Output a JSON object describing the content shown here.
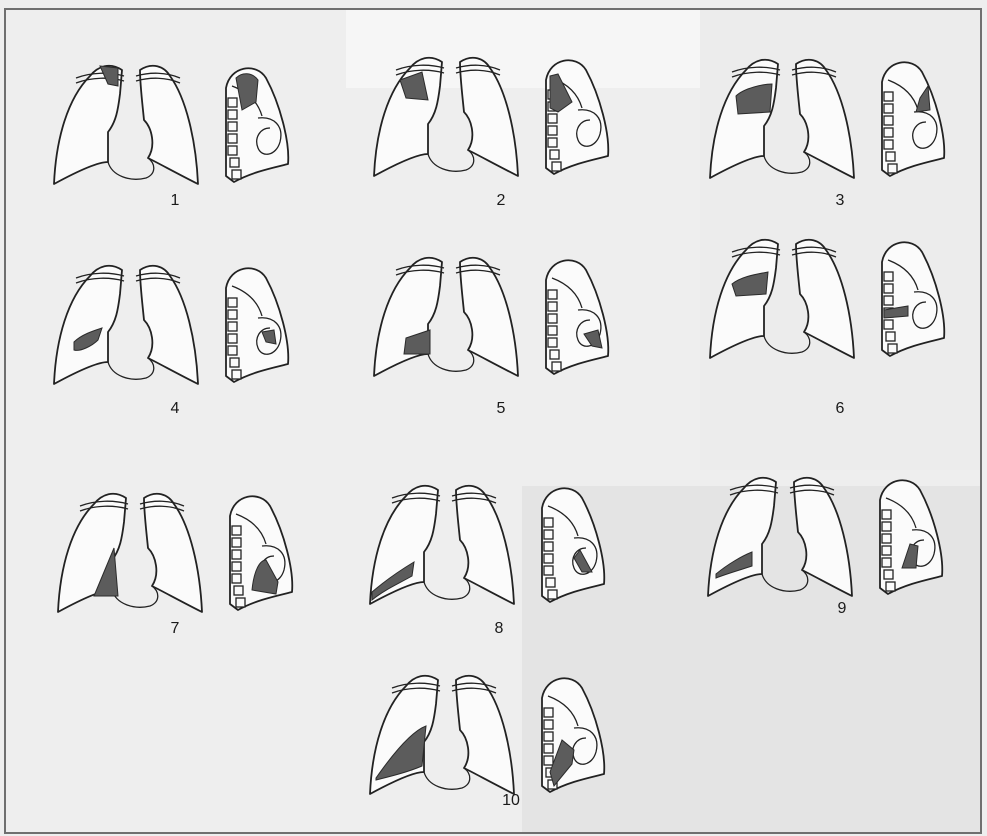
{
  "figures": [
    {
      "label": "1",
      "lesion": "apical"
    },
    {
      "label": "2",
      "lesion": "posterior-upper"
    },
    {
      "label": "3",
      "lesion": "anterior-upper"
    },
    {
      "label": "4",
      "lesion": "lateral-middle"
    },
    {
      "label": "5",
      "lesion": "medial-middle"
    },
    {
      "label": "6",
      "lesion": "superior-lower"
    },
    {
      "label": "7",
      "lesion": "medial-basal"
    },
    {
      "label": "8",
      "lesion": "anterior-basal"
    },
    {
      "label": "9",
      "lesion": "lateral-basal"
    },
    {
      "label": "10",
      "lesion": "posterior-basal"
    }
  ],
  "colors": {
    "lesion_fill": "#5c5c5c",
    "outline": "#222222",
    "lung_fill": "#fbfbfb",
    "background": "#eeeeee"
  }
}
